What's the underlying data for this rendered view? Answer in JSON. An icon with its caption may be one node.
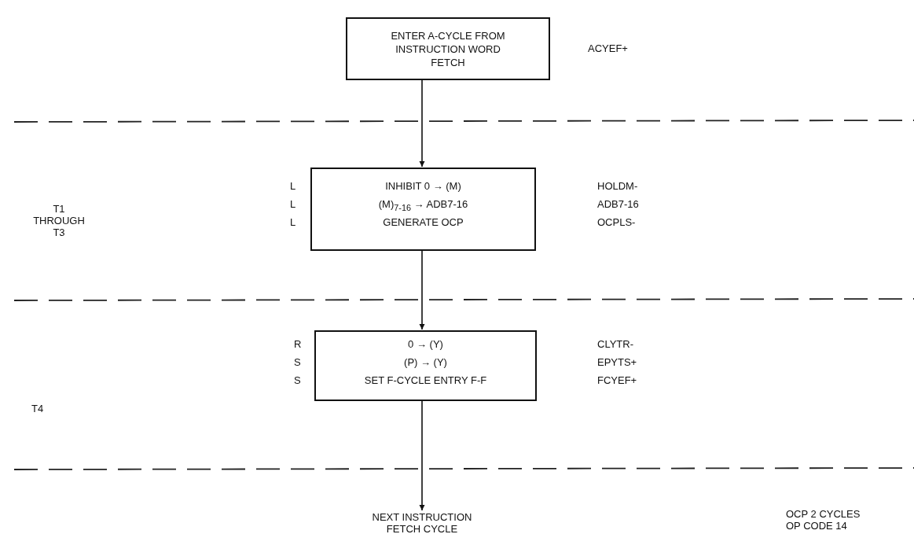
{
  "diagram": {
    "nodes": [
      {
        "text": [
          "ENTER A-CYCLE FROM INSTRUCTION WORD FETCH"
        ],
        "beside": [
          "ACYEF+"
        ]
      },
      {
        "text": [
          "INHIBIT 0 → (M)",
          "(M)$_{7-16}$ → ADB7-16",
          "GENERATE OCP"
        ],
        "beside": [
          "L",
          "L",
          "L",
          "HOLDM-",
          "ADB7-16",
          "OCPLS-"
        ]
      },
      {
        "text": [
          "0 → (Y)",
          "(P) → (Y)",
          "SET F-CYCLE ENTRY F-F"
        ],
        "beside": [
          "R",
          "S",
          "S",
          "CLYTR-",
          "EPYTS+",
          "FCYEF+"
        ]
      },
      {
        "text": [
          "NEXT INSTRUCTION FETCH CYCLE"
        ]
      }
    ],
    "edges": [
      {
        "from": 0,
        "to": 1,
        "arrow": "to"
      },
      {
        "from": 1,
        "to": 2,
        "arrow": "to"
      },
      {
        "from": 2,
        "to": 3,
        "arrow": "to"
      }
    ],
    "labels": [
      "T1 THROUGH T3",
      "T4",
      "OCP 2 CYCLES OP CODE 14"
    ]
  }
}
